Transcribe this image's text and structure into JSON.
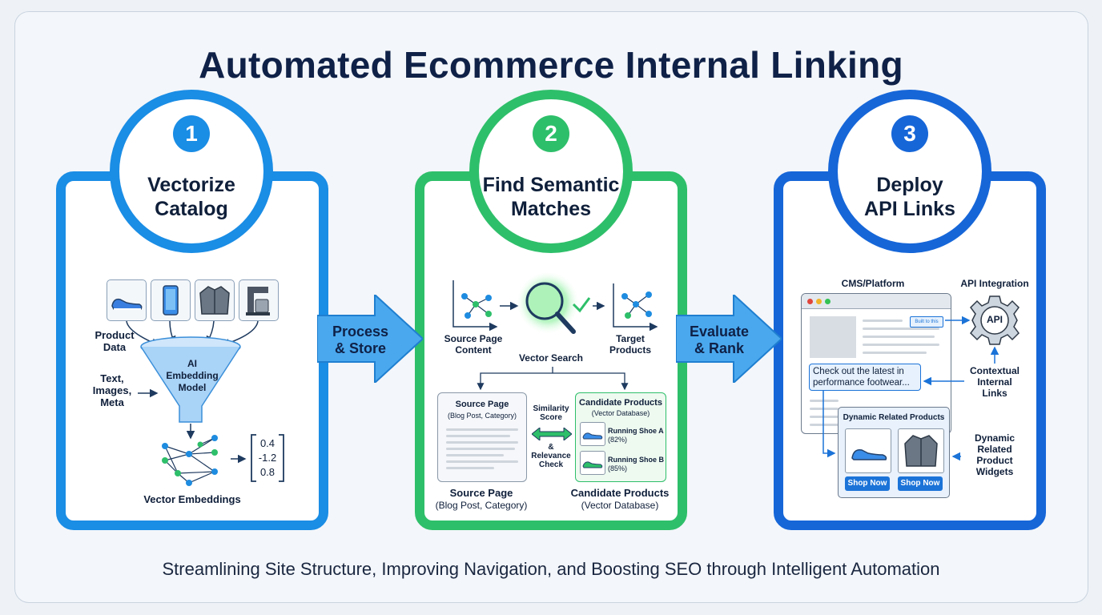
{
  "title": "Automated Ecommerce Internal Linking",
  "subtitle": "Streamlining Site Structure, Improving Navigation, and Boosting SEO through Intelligent Automation",
  "colors": {
    "step1": "#1a8de5",
    "step2": "#2ebf6a",
    "step3": "#1666d8",
    "arrow": "#4aa8ee"
  },
  "steps": [
    {
      "number": "1",
      "title": "Vectorize\nCatalog"
    },
    {
      "number": "2",
      "title": "Find Semantic\nMatches"
    },
    {
      "number": "3",
      "title": "Deploy\nAPI Links"
    }
  ],
  "arrows": [
    {
      "label": "Process\n& Store"
    },
    {
      "label": "Evaluate\n& Rank"
    }
  ],
  "step1": {
    "product_data": "Product\nData",
    "text_images_meta": "Text,\nImages,\nMeta",
    "model": "AI\nEmbedding\nModel",
    "vector_values": [
      "0.4",
      "-1.2",
      "0.8"
    ],
    "vector_embeddings": "Vector Embeddings",
    "icons": [
      "shoe-icon",
      "phone-icon",
      "jacket-icon",
      "coffee-maker-icon"
    ]
  },
  "step2": {
    "source_page_content": "Source Page\nContent",
    "vector_search": "Vector Search",
    "target_products": "Target\nProducts",
    "source_card": {
      "title": "Source Page",
      "subtitle": "(Blog Post, Category)"
    },
    "similarity": "Similarity\nScore",
    "relevance": "&\nRelevance\nCheck",
    "candidate_card": {
      "title": "Candidate Products",
      "subtitle": "(Vector Database)",
      "items": [
        {
          "name": "Running Shoe A",
          "score": "(82%)"
        },
        {
          "name": "Running Shoe B",
          "score": "(85%)"
        }
      ]
    },
    "source_page_label": "Source Page",
    "source_page_sub": "(Blog Post, Category)",
    "candidate_label": "Candidate Products",
    "candidate_sub": "(Vector Database)"
  },
  "step3": {
    "cms_platform": "CMS/Platform",
    "api_integration": "API Integration",
    "api_badge": "API",
    "link_chip": "Built to this",
    "check_out_text": "Check out the latest in\nperformance footwear...",
    "contextual_links": "Contextual\nInternal\nLinks",
    "dynamic_related_products": "Dynamic Related Products",
    "shop_now": "Shop Now",
    "dynamic_widgets": "Dynamic\nRelated\nProduct\nWidgets"
  }
}
